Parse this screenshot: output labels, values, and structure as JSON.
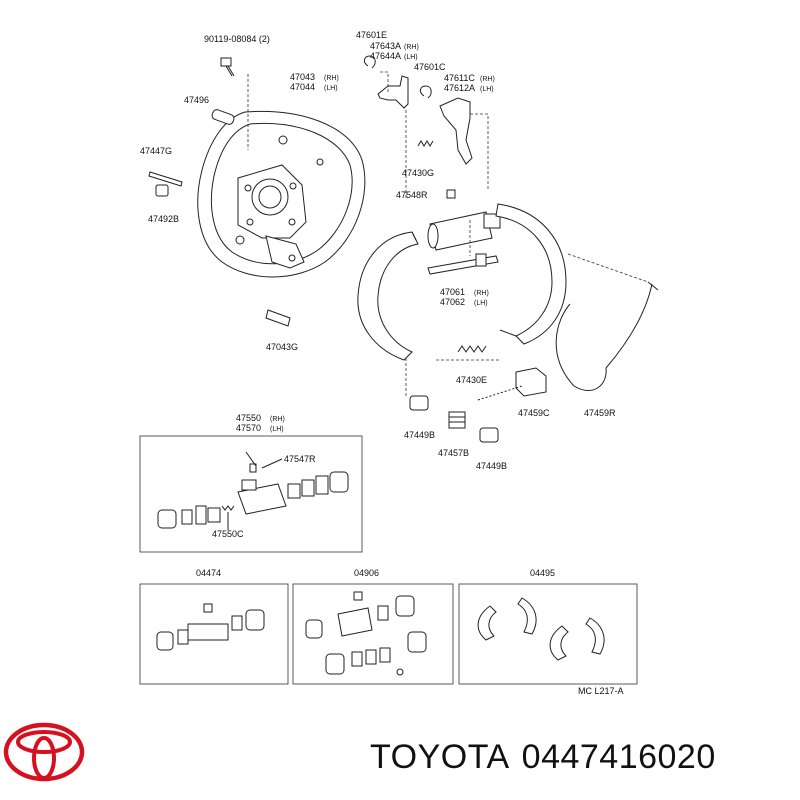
{
  "labels": {
    "l_90119": "90119-08084 (2)",
    "l_47496": "47496",
    "l_47043rh": "47043",
    "l_47043rh_s": "(RH)",
    "l_47044lh": "47044",
    "l_47044lh_s": "(LH)",
    "l_47447g": "47447G",
    "l_47492b": "47492B",
    "l_47043g": "47043G",
    "l_47601e": "47601E",
    "l_47643a": "47643A",
    "l_47643a_s": "(RH)",
    "l_47644a": "47644A",
    "l_47644a_s": "(LH)",
    "l_47601c": "47601C",
    "l_47611c": "47611C",
    "l_47611c_s": "(RH)",
    "l_47612a": "47612A",
    "l_47612a_s": "(LH)",
    "l_47430g": "47430G",
    "l_47548r": "47548R",
    "l_47061": "47061",
    "l_47061_s": "(RH)",
    "l_47062": "47062",
    "l_47062_s": "(LH)",
    "l_47430e": "47430E",
    "l_47449b_1": "47449B",
    "l_47459c": "47459C",
    "l_47459r": "47459R",
    "l_47457b": "47457B",
    "l_47449b_2": "47449B",
    "l_47550": "47550",
    "l_47550_s": "(RH)",
    "l_47570": "47570",
    "l_47570_s": "(LH)",
    "l_47547r": "47547R",
    "l_47550c": "47550C",
    "l_04474": "04474",
    "l_04906": "04906",
    "l_04495": "04495",
    "l_mc": "MC L217-A"
  },
  "brand": {
    "name": "TOYOTA",
    "part_number": "0447416020",
    "logo_color": "#d8101e"
  }
}
